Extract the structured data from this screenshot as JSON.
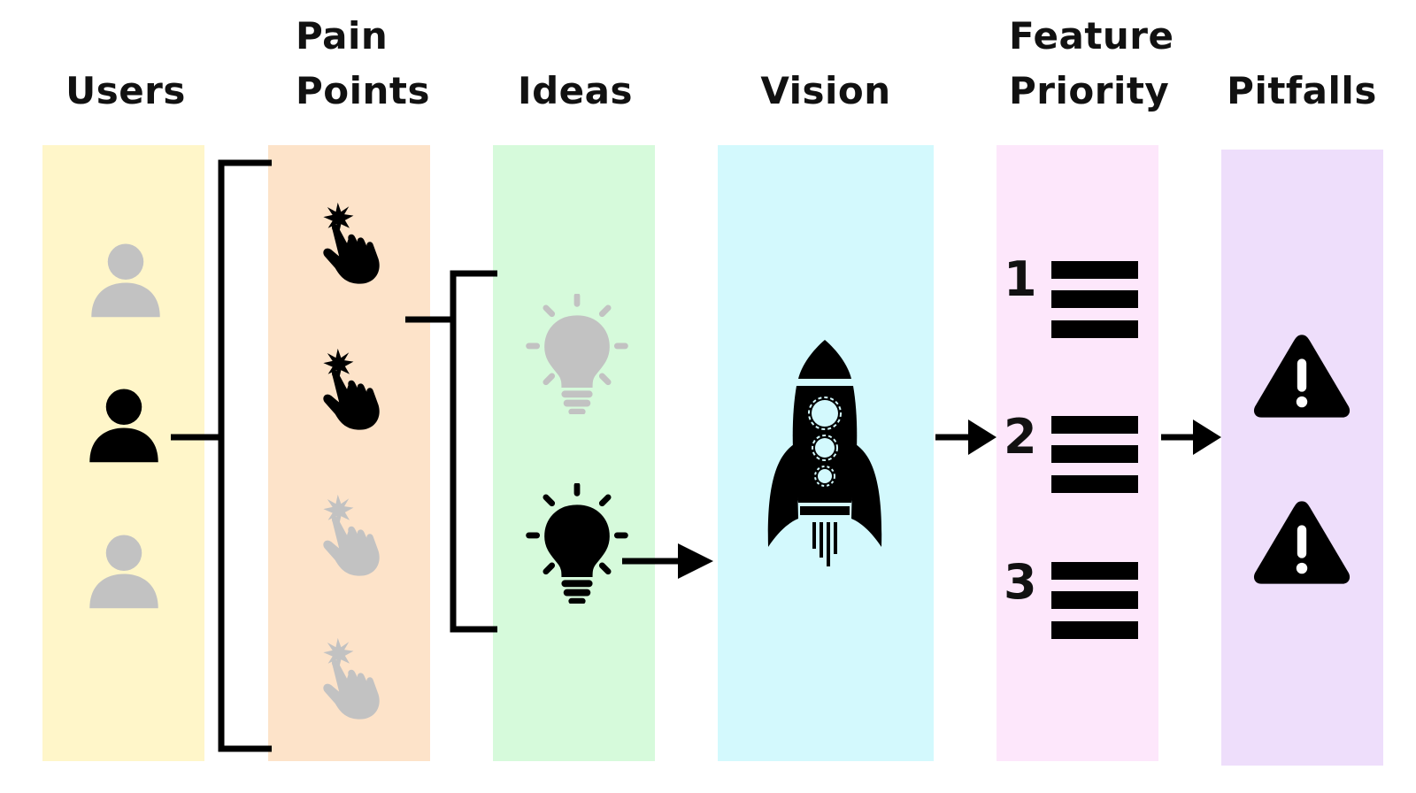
{
  "columns": [
    {
      "id": "users",
      "label_lines": [
        "",
        "Users"
      ],
      "color": "#fff6c9"
    },
    {
      "id": "pain-points",
      "label_lines": [
        "Pain",
        "Points"
      ],
      "color": "#fde3c9"
    },
    {
      "id": "ideas",
      "label_lines": [
        "",
        "Ideas"
      ],
      "color": "#d6fadb"
    },
    {
      "id": "vision",
      "label_lines": [
        "",
        "Vision"
      ],
      "color": "#d3f9fd"
    },
    {
      "id": "feature-priority",
      "label_lines": [
        "Feature",
        "Priority"
      ],
      "color": "#fde7fb"
    },
    {
      "id": "pitfalls",
      "label_lines": [
        "",
        "Pitfalls"
      ],
      "color": "#eedefb"
    }
  ],
  "priority_numbers": [
    "1",
    "2",
    "3"
  ],
  "colors": {
    "active": "#000000",
    "inactive": "#c2c2c2"
  }
}
